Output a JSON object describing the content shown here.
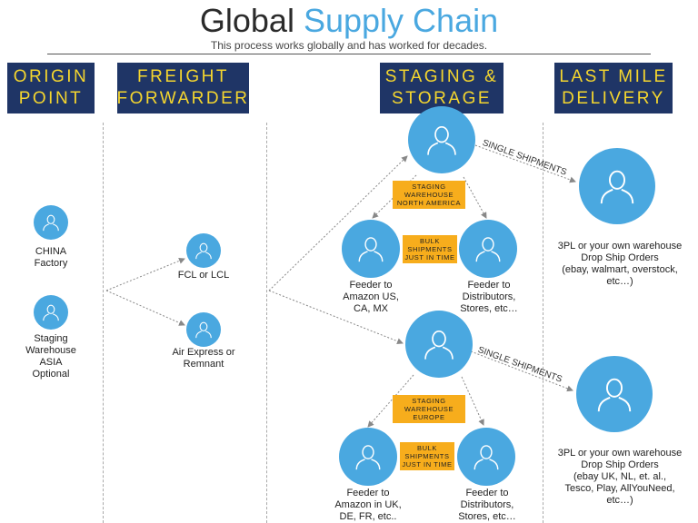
{
  "title": {
    "part1": "Global",
    "part2": "Supply Chain"
  },
  "subtitle": "This process works globally and has worked for decades.",
  "columns": [
    {
      "label": "ORIGIN\nPOINT"
    },
    {
      "label": "FREIGHT\nFORWARDER"
    },
    {
      "label": "STAGING &\nSTORAGE"
    },
    {
      "label": "LAST MILE\nDELIVERY"
    }
  ],
  "nodes": {
    "china_factory": "CHINA\nFactory",
    "staging_asia": "Staging\nWarehouse\nASIA\nOptional",
    "fcl_lcl": "FCL or LCL",
    "air_express": "Air Express or\nRemnant",
    "feeder_amazon_us": "Feeder to\nAmazon US,\nCA, MX",
    "feeder_distributors_na": "Feeder to\nDistributors,\nStores, etc…",
    "feeder_amazon_eu": "Feeder to\nAmazon in UK,\nDE, FR, etc..",
    "feeder_distributors_eu": "Feeder to\nDistributors,\nStores, etc…",
    "last_mile_na": "3PL or your own warehouse\nDrop Ship Orders\n(ebay, walmart, overstock,\netc…)",
    "last_mile_eu": "3PL or your own warehouse\nDrop Ship Orders\n(ebay UK, NL, et. al.,\nTesco, Play, AllYouNeed,\netc…)"
  },
  "tags": {
    "staging_na": "STAGING\nWAREHOUSE\nNORTH AMERICA",
    "bulk_na": "BULK\nSHIPMENTS\nJUST IN TIME",
    "staging_eu": "STAGING\nWAREHOUSE\nEUROPE",
    "bulk_eu": "BULK\nSHIPMENTS\nJUST IN TIME"
  },
  "edge_labels": {
    "single_na": "SINGLE SHIPMENTS",
    "single_eu": "SINGLE SHIPMENTS"
  },
  "colors": {
    "header_bg": "#1f3566",
    "header_text": "#f5d62e",
    "node": "#4aa8e0",
    "tag": "#f7ad1c"
  }
}
